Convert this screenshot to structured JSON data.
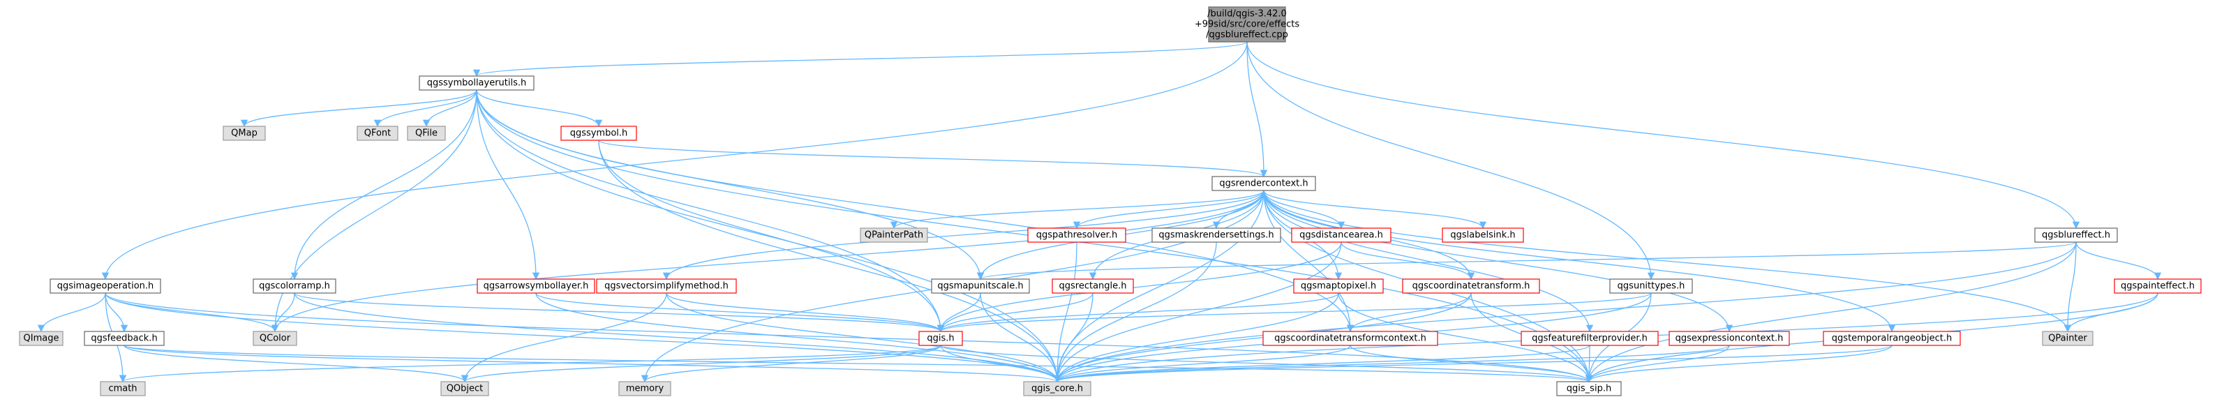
{
  "colors": {
    "root_fill": "#999999",
    "normal_fill": "#ffffff",
    "normal_stroke": "#666666",
    "red_fill": "#ffffff",
    "red_stroke": "#ff0000",
    "gray_fill": "#e0e0e0",
    "gray_stroke": "#999999",
    "edge": "#63b8ff"
  },
  "root": {
    "lines": [
      "/build/qgis-3.42.0",
      "+99sid/src/core/effects",
      "/qgsblureffect.cpp"
    ]
  },
  "nodes": [
    {
      "id": "qgssymbollayerutils",
      "label": "qgssymbollayerutils.h",
      "style": "normal"
    },
    {
      "id": "qmap",
      "label": "QMap",
      "style": "gray"
    },
    {
      "id": "qfont",
      "label": "QFont",
      "style": "gray"
    },
    {
      "id": "qfile",
      "label": "QFile",
      "style": "gray"
    },
    {
      "id": "qgssymbol",
      "label": "qgssymbol.h",
      "style": "red"
    },
    {
      "id": "qgsrendercontext",
      "label": "qgsrendercontext.h",
      "style": "normal"
    },
    {
      "id": "qpainterpath",
      "label": "QPainterPath",
      "style": "gray"
    },
    {
      "id": "qgspathresolver",
      "label": "qgspathresolver.h",
      "style": "red"
    },
    {
      "id": "qgsmaskrendersettings",
      "label": "qgsmaskrendersettings.h",
      "style": "normal"
    },
    {
      "id": "qgsdistancearea",
      "label": "qgsdistancearea.h",
      "style": "red"
    },
    {
      "id": "qgslabelsink",
      "label": "qgslabelsink.h",
      "style": "red"
    },
    {
      "id": "qgsblureffect",
      "label": "qgsblureffect.h",
      "style": "normal"
    },
    {
      "id": "qgsimageoperation",
      "label": "qgsimageoperation.h",
      "style": "normal"
    },
    {
      "id": "qgscolorramp",
      "label": "qgscolorramp.h",
      "style": "normal"
    },
    {
      "id": "qgsarrowsymbollayer",
      "label": "qgsarrowsymbollayer.h",
      "style": "red"
    },
    {
      "id": "qgsvectorsimplifymethod",
      "label": "qgsvectorsimplifymethod.h",
      "style": "red"
    },
    {
      "id": "qgsmapunitscale",
      "label": "qgsmapunitscale.h",
      "style": "normal"
    },
    {
      "id": "qgsrectangle",
      "label": "qgsrectangle.h",
      "style": "red"
    },
    {
      "id": "qgsmaptopixel",
      "label": "qgsmaptopixel.h",
      "style": "red"
    },
    {
      "id": "qgscoordinatetransform",
      "label": "qgscoordinatetransform.h",
      "style": "red"
    },
    {
      "id": "qgsunittypes",
      "label": "qgsunittypes.h",
      "style": "normal"
    },
    {
      "id": "qgspainteffect",
      "label": "qgspainteffect.h",
      "style": "red"
    },
    {
      "id": "qimage",
      "label": "QImage",
      "style": "gray"
    },
    {
      "id": "qgsfeedback",
      "label": "qgsfeedback.h",
      "style": "normal"
    },
    {
      "id": "qcolor",
      "label": "QColor",
      "style": "gray"
    },
    {
      "id": "qgis",
      "label": "qgis.h",
      "style": "red"
    },
    {
      "id": "qgscoordinatetransformcontext",
      "label": "qgscoordinatetransformcontext.h",
      "style": "red"
    },
    {
      "id": "qpainter",
      "label": "QPainter",
      "style": "gray"
    },
    {
      "id": "qgsfeaturefilterprovider",
      "label": "qgsfeaturefilterprovider.h",
      "style": "red"
    },
    {
      "id": "qgsexpressioncontext",
      "label": "qgsexpressioncontext.h",
      "style": "red"
    },
    {
      "id": "qgstemporalrangeobject",
      "label": "qgstemporalrangeobject.h",
      "style": "red"
    },
    {
      "id": "cmath",
      "label": "cmath",
      "style": "gray"
    },
    {
      "id": "qobject",
      "label": "QObject",
      "style": "gray"
    },
    {
      "id": "memory",
      "label": "memory",
      "style": "gray"
    },
    {
      "id": "qgis_core",
      "label": "qgis_core.h",
      "style": "gray"
    },
    {
      "id": "qgis_sip",
      "label": "qgis_sip.h",
      "style": "normal"
    }
  ],
  "edges": [
    [
      "root",
      "qgssymbollayerutils"
    ],
    [
      "root",
      "qgsrendercontext"
    ],
    [
      "root",
      "qgsblureffect"
    ],
    [
      "root",
      "qgsimageoperation"
    ],
    [
      "root",
      "qgsunittypes"
    ],
    [
      "qgssymbollayerutils",
      "qmap"
    ],
    [
      "qgssymbollayerutils",
      "qfont"
    ],
    [
      "qgssymbollayerutils",
      "qfile"
    ],
    [
      "qgssymbollayerutils",
      "qgssymbol"
    ],
    [
      "qgssymbollayerutils",
      "qcolor"
    ],
    [
      "qgssymbollayerutils",
      "qgscolorramp"
    ],
    [
      "qgssymbollayerutils",
      "qgsarrowsymbollayer"
    ],
    [
      "qgssymbollayerutils",
      "qgis"
    ],
    [
      "qgssymbollayerutils",
      "qgis_core"
    ],
    [
      "qgssymbollayerutils",
      "qgsmapunitscale"
    ],
    [
      "qgssymbollayerutils",
      "qgscoordinatetransformcontext"
    ],
    [
      "qgssymbollayerutils",
      "qgis_sip"
    ],
    [
      "qgssymbol",
      "qgsrendercontext"
    ],
    [
      "qgssymbol",
      "qgis"
    ],
    [
      "qgssymbol",
      "qgis_core"
    ],
    [
      "qgsrendercontext",
      "qpainterpath"
    ],
    [
      "qgsrendercontext",
      "qgspathresolver"
    ],
    [
      "qgsrendercontext",
      "qgsmaskrendersettings"
    ],
    [
      "qgsrendercontext",
      "qgsdistancearea"
    ],
    [
      "qgsrendercontext",
      "qgslabelsink"
    ],
    [
      "qgsrendercontext",
      "qgsvectorsimplifymethod"
    ],
    [
      "qgsrendercontext",
      "qgsmapunitscale"
    ],
    [
      "qgsrendercontext",
      "qgsrectangle"
    ],
    [
      "qgsrendercontext",
      "qgsmaptopixel"
    ],
    [
      "qgsrendercontext",
      "qgscoordinatetransform"
    ],
    [
      "qgsrendercontext",
      "qgscoordinatetransformcontext"
    ],
    [
      "qgsrendercontext",
      "qgsfeaturefilterprovider"
    ],
    [
      "qgsrendercontext",
      "qgsexpressioncontext"
    ],
    [
      "qgsrendercontext",
      "qgstemporalrangeobject"
    ],
    [
      "qgsrendercontext",
      "qpainter"
    ],
    [
      "qgsrendercontext",
      "qcolor"
    ],
    [
      "qgsrendercontext",
      "memory"
    ],
    [
      "qgsrendercontext",
      "qgis_core"
    ],
    [
      "qgsrendercontext",
      "qgis_sip"
    ],
    [
      "qgspathresolver",
      "qgis_core"
    ],
    [
      "qgsmaskrendersettings",
      "qgis_core"
    ],
    [
      "qgsdistancearea",
      "qgscoordinatetransform"
    ],
    [
      "qgsdistancearea",
      "qgis"
    ],
    [
      "qgsdistancearea",
      "qgis_core"
    ],
    [
      "qgsblureffect",
      "qgspainteffect"
    ],
    [
      "qgsblureffect",
      "qpainter"
    ],
    [
      "qgsblureffect",
      "qgis_core"
    ],
    [
      "qgsblureffect",
      "qgis_sip"
    ],
    [
      "qgsblureffect",
      "qgsmapunitscale"
    ],
    [
      "qgspainteffect",
      "qpainter"
    ],
    [
      "qgspainteffect",
      "qgis_core"
    ],
    [
      "qgspainteffect",
      "qgis_sip"
    ],
    [
      "qgsimageoperation",
      "qimage"
    ],
    [
      "qgsimageoperation",
      "qgsfeedback"
    ],
    [
      "qgsimageoperation",
      "qcolor"
    ],
    [
      "qgsimageoperation",
      "cmath"
    ],
    [
      "qgsimageoperation",
      "qgis_core"
    ],
    [
      "qgsimageoperation",
      "qgis_sip"
    ],
    [
      "qgsfeedback",
      "qobject"
    ],
    [
      "qgsfeedback",
      "qgis_core"
    ],
    [
      "qgsfeedback",
      "qgis_sip"
    ],
    [
      "qgscolorramp",
      "qcolor"
    ],
    [
      "qgscolorramp",
      "qgis"
    ],
    [
      "qgscolorramp",
      "qgis_core"
    ],
    [
      "qgsarrowsymbollayer",
      "qgis"
    ],
    [
      "qgsarrowsymbollayer",
      "qgis_core"
    ],
    [
      "qgsvectorsimplifymethod",
      "qgis"
    ],
    [
      "qgsvectorsimplifymethod",
      "qobject"
    ],
    [
      "qgsvectorsimplifymethod",
      "qgis_core"
    ],
    [
      "qgsmapunitscale",
      "qgis"
    ],
    [
      "qgsmapunitscale",
      "qgis_core"
    ],
    [
      "qgsrectangle",
      "qgis"
    ],
    [
      "qgsrectangle",
      "qgis_core"
    ],
    [
      "qgsmaptopixel",
      "qgis"
    ],
    [
      "qgsmaptopixel",
      "qgis_core"
    ],
    [
      "qgsmaptopixel",
      "qgis_sip"
    ],
    [
      "qgscoordinatetransform",
      "qgscoordinatetransformcontext"
    ],
    [
      "qgscoordinatetransform",
      "qgis_core"
    ],
    [
      "qgscoordinatetransform",
      "qgis_sip"
    ],
    [
      "qgsunittypes",
      "qgis"
    ],
    [
      "qgsunittypes",
      "qgis_core"
    ],
    [
      "qgsunittypes",
      "qgis_sip"
    ],
    [
      "qgscoordinatetransformcontext",
      "qgis_core"
    ],
    [
      "qgscoordinatetransformcontext",
      "qgis_sip"
    ],
    [
      "qgsfeaturefilterprovider",
      "qgis_core"
    ],
    [
      "qgsfeaturefilterprovider",
      "qgis_sip"
    ],
    [
      "qgsexpressioncontext",
      "qgis_core"
    ],
    [
      "qgsexpressioncontext",
      "qgis_sip"
    ],
    [
      "qgstemporalrangeobject",
      "qgis_core"
    ],
    [
      "qgstemporalrangeobject",
      "qgis_sip"
    ],
    [
      "qgis",
      "cmath"
    ],
    [
      "qgis",
      "memory"
    ],
    [
      "qgis",
      "qgis_core"
    ],
    [
      "qgis",
      "qgis_sip"
    ],
    [
      "qgis",
      "qobject"
    ]
  ]
}
